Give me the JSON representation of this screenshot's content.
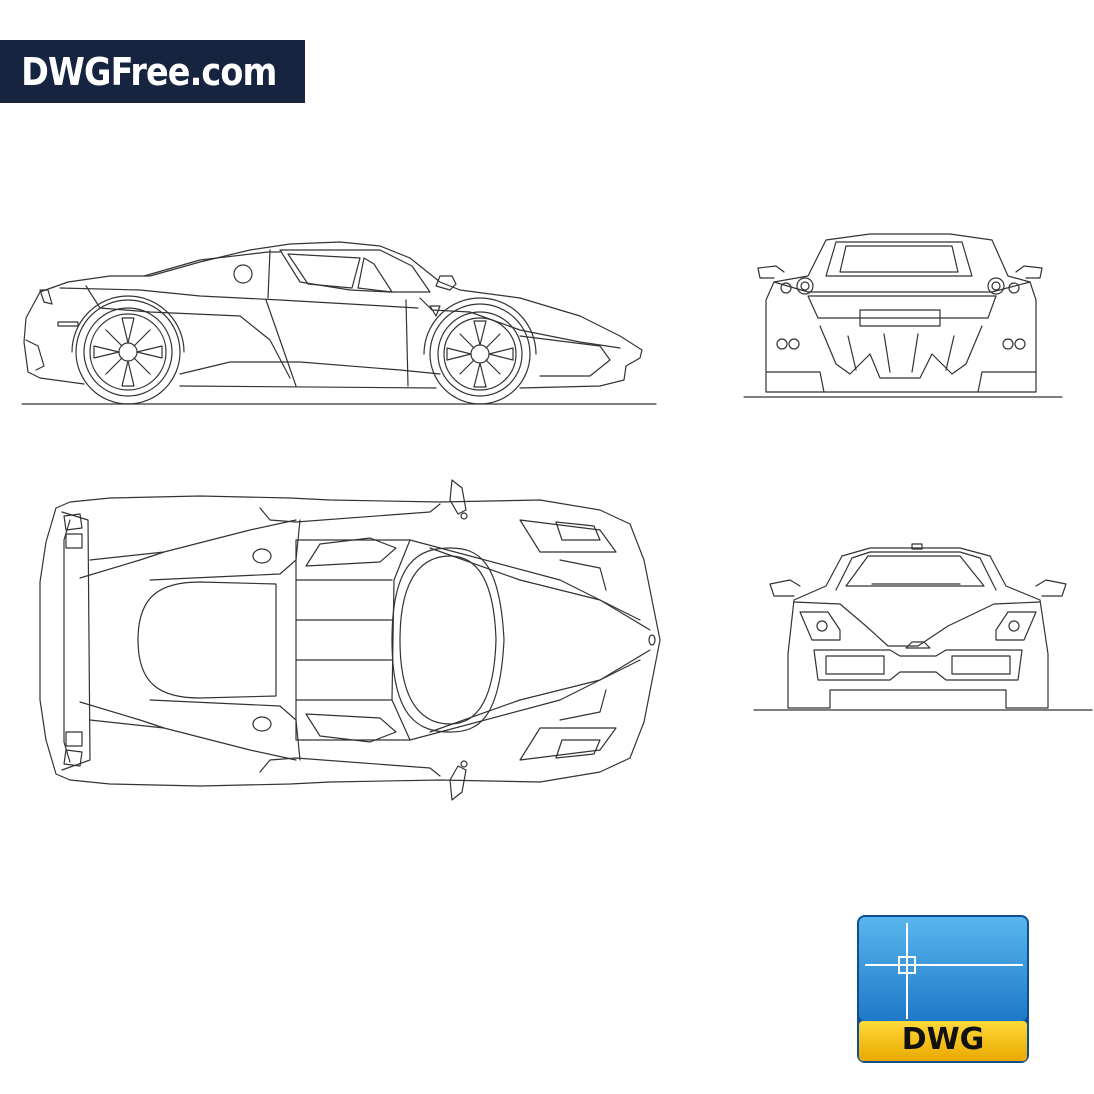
{
  "header": {
    "brand_text": "DWGFree.com",
    "brand_bg": "#16243f",
    "brand_color": "#ffffff"
  },
  "badge": {
    "label": "DWG",
    "icon": "dwg-file-icon",
    "top_color": "#1f8fd8",
    "bottom_color": "#f2c200"
  },
  "drawing": {
    "line_color": "#333333",
    "views": [
      "side-elevation",
      "rear-elevation",
      "top-plan",
      "front-elevation"
    ]
  }
}
